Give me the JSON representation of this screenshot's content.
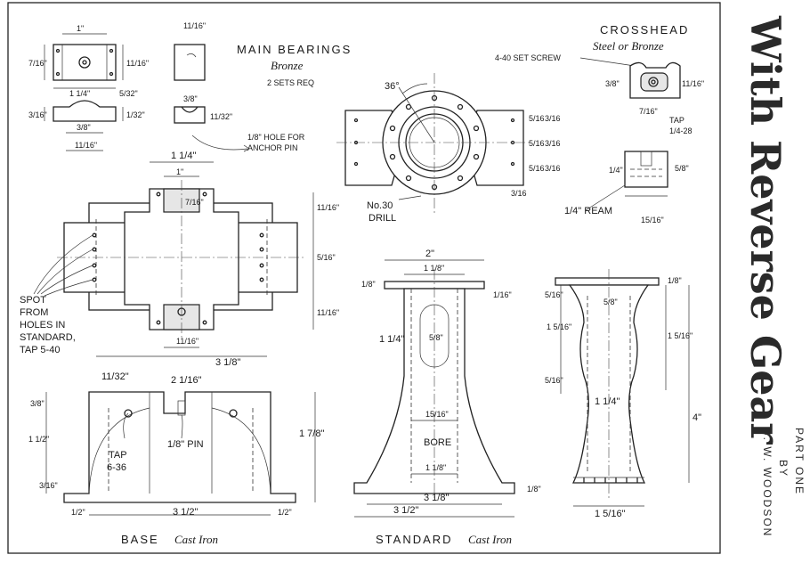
{
  "title": "With Reverse Gear",
  "byline": {
    "part": "PART ONE",
    "by": "BY",
    "author": "C. W. WOODSON"
  },
  "main_bearings": {
    "title": "MAIN BEARINGS",
    "material": "Bronze",
    "qty": "2 SETS REQ",
    "hole_note_1": "1/8\" HOLE FOR",
    "hole_note_2": "ANCHOR PIN",
    "dims": [
      "1\"",
      "7/16\"",
      "11/16\"",
      "1 1/4\"",
      "5/32\"",
      "3/16\"",
      "1/32\"",
      "3/8\"",
      "11/16\"",
      "11/16\"",
      "3/8\"",
      "11/32\""
    ]
  },
  "crosshead": {
    "title": "CROSSHEAD",
    "material": "Steel or Bronze",
    "set_screw": "4-40 SET SCREW",
    "tap": "TAP",
    "tap_size": "1/4-28",
    "ream": "1/4\" REAM",
    "dims": [
      "3/8\"",
      "11/16\"",
      "7/16\"",
      "1/4\"",
      "5/8\"",
      "15/16\""
    ]
  },
  "flange": {
    "angle": "36°",
    "drill_1": "No.30",
    "drill_2": "DRILL",
    "dims": [
      "5/16",
      "3/16",
      "5/16",
      "3/16",
      "5/16",
      "3/16",
      "3/16"
    ]
  },
  "plan": {
    "spot_note": [
      "SPOT",
      "FROM",
      "HOLES IN",
      "STANDARD,",
      "TAP 5-40"
    ],
    "dims": [
      "1 1/4\"",
      "1\"",
      "7/16\"",
      "11/16\"",
      "5/16\"",
      "11/16\"",
      "11/16\"",
      "3 1/8\""
    ]
  },
  "base": {
    "label": "BASE",
    "material": "Cast Iron",
    "tap_1": "TAP",
    "tap_2": "6-36",
    "pin": "1/8\" PIN",
    "dims": [
      "11/32\"",
      "2 1/16\"",
      "3/8\"",
      "1 1/2\"",
      "1 7/8\"",
      "3/16\"",
      "1/2\"",
      "3 1/2\"",
      "1/2\""
    ]
  },
  "standard": {
    "label": "STANDARD",
    "material": "Cast Iron",
    "bore": "BORE",
    "dims": [
      "2\"",
      "1 1/8\"",
      "1/8\"",
      "1/16\"",
      "1 1/4\"",
      "5/8\"",
      "15/16\"",
      "1 1/8\"",
      "3 1/8\"",
      "3 1/2\"",
      "1/8\""
    ]
  },
  "side": {
    "dims": [
      "5/16\"",
      "5/8\"",
      "1/8\"",
      "1 5/16\"",
      "1 5/16\"",
      "5/16\"",
      "1 1/4\"",
      "4\"",
      "1 5/16\""
    ]
  }
}
